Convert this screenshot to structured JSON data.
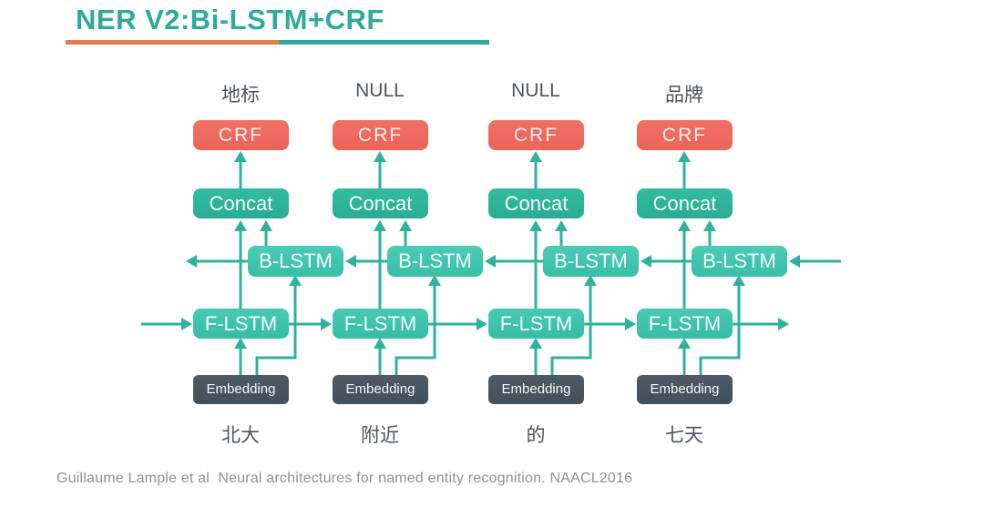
{
  "header": {
    "title": "NER V2:Bi-LSTM+CRF"
  },
  "diagram": {
    "columns": [
      {
        "tag": "地标",
        "crf": "CRF",
        "concat": "Concat",
        "blstm": "B-LSTM",
        "flstm": "F-LSTM",
        "embedding": "Embedding",
        "word": "北大"
      },
      {
        "tag": "NULL",
        "crf": "CRF",
        "concat": "Concat",
        "blstm": "B-LSTM",
        "flstm": "F-LSTM",
        "embedding": "Embedding",
        "word": "附近"
      },
      {
        "tag": "NULL",
        "crf": "CRF",
        "concat": "Concat",
        "blstm": "B-LSTM",
        "flstm": "F-LSTM",
        "embedding": "Embedding",
        "word": "的"
      },
      {
        "tag": "品牌",
        "crf": "CRF",
        "concat": "Concat",
        "blstm": "B-LSTM",
        "flstm": "F-LSTM",
        "embedding": "Embedding",
        "word": "七天"
      }
    ]
  },
  "footer": {
    "citation": "Guillaume Lample et al  Neural architectures for named entity recognition. NAACL2016"
  },
  "colors": {
    "accent_teal": "#2faa9b",
    "accent_orange": "#e07f4d",
    "crf_box": "#ee695e",
    "concat_box": "#2cb59b",
    "lstm_box": "#43c6b0",
    "embedding_box": "#48545e",
    "arrow": "#2fb19e",
    "label_text": "#4d545c",
    "citation_text": "#8b9299"
  }
}
